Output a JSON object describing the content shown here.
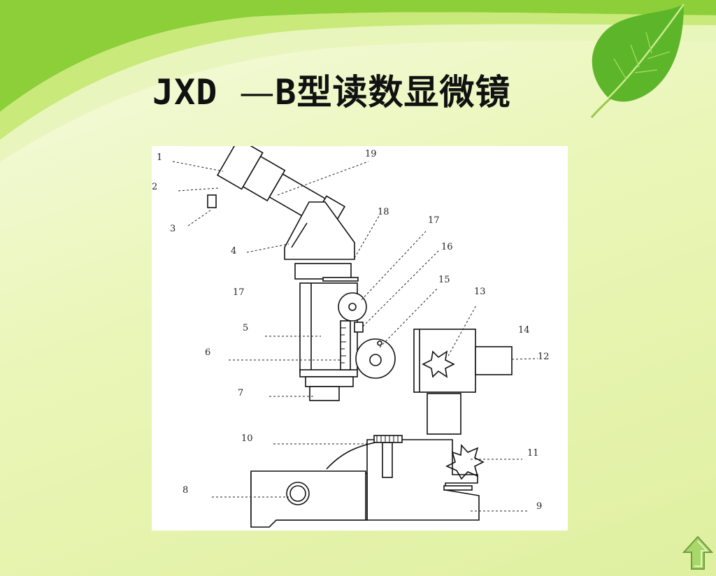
{
  "slide": {
    "title_prefix": "JXD ",
    "title_dash": "—",
    "title_rest": "B型读数显微镜"
  },
  "diagram": {
    "labels": {
      "l1": "1",
      "l2": "2",
      "l3": "3",
      "l4": "4",
      "l5": "5",
      "l6": "6",
      "l7": "7",
      "l8": "8",
      "l9": "9",
      "l10": "10",
      "l11": "11",
      "l12": "12",
      "l13": "13",
      "l14": "14",
      "l15": "15",
      "l16": "16",
      "l17a": "17",
      "l17b": "17",
      "l18": "18",
      "l19": "19"
    }
  },
  "icons": {
    "leaf": "leaf-icon",
    "up_arrow": "up-arrow-icon"
  },
  "colors": {
    "background": "#eaf6b8",
    "swoosh_dark": "#8ccf38",
    "swoosh_light": "#c9ea7a",
    "leaf": "#5db52a",
    "arrow": "#a8d86a"
  }
}
